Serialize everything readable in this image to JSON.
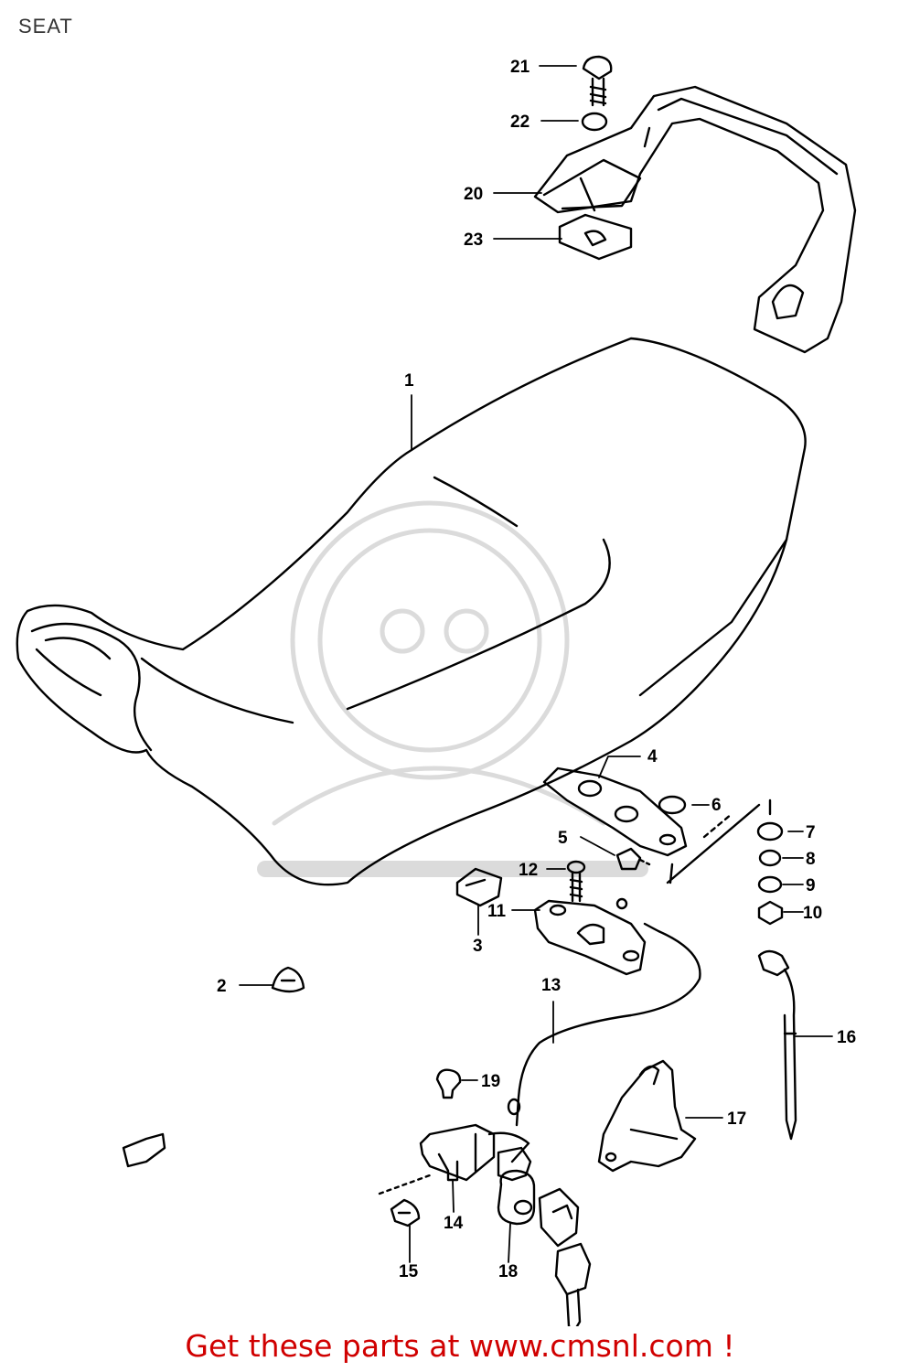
{
  "page": {
    "title": "SEAT"
  },
  "parts": [
    {
      "id": "seat",
      "number": "1"
    },
    {
      "id": "cushion",
      "number": "2"
    },
    {
      "id": "clip",
      "number": "3"
    },
    {
      "id": "hinge-plate",
      "number": "4"
    },
    {
      "id": "nut-5",
      "number": "5"
    },
    {
      "id": "washer-6",
      "number": "6"
    },
    {
      "id": "washer-7",
      "number": "7"
    },
    {
      "id": "washer-8",
      "number": "8"
    },
    {
      "id": "washer-9",
      "number": "9"
    },
    {
      "id": "nut-10",
      "number": "10"
    },
    {
      "id": "lock-bracket",
      "number": "11"
    },
    {
      "id": "bolt-12",
      "number": "12"
    },
    {
      "id": "cable",
      "number": "13"
    },
    {
      "id": "lock-holder",
      "number": "14"
    },
    {
      "id": "screw-15",
      "number": "15"
    },
    {
      "id": "rod",
      "number": "16"
    },
    {
      "id": "cover",
      "number": "17"
    },
    {
      "id": "lock-set",
      "number": "18"
    },
    {
      "id": "screw-19",
      "number": "19"
    },
    {
      "id": "grab-rail-bracket",
      "number": "20"
    },
    {
      "id": "bolt-21",
      "number": "21"
    },
    {
      "id": "washer-22",
      "number": "22"
    },
    {
      "id": "plate-23",
      "number": "23"
    }
  ],
  "footer": {
    "text": "Get these parts at www.cmsnl.com !"
  }
}
